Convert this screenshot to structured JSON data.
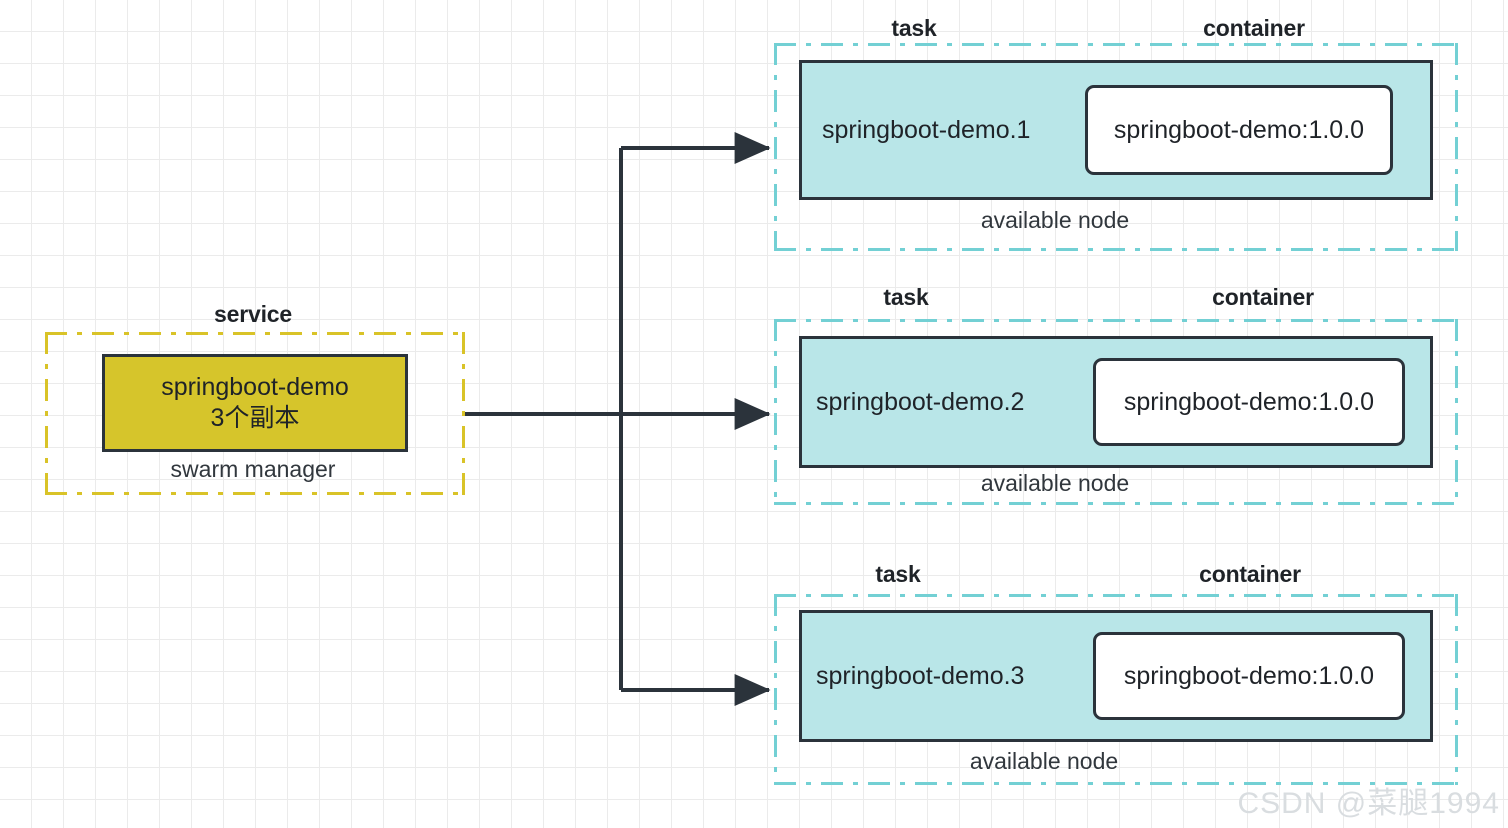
{
  "diagram": {
    "background": "grid-paper",
    "colors": {
      "service_fill": "#d6c52b",
      "service_border_dash": "#d9c328",
      "node_fill": "#b9e6e8",
      "node_border_dash": "#73d0d4",
      "box_stroke": "#2b333b",
      "connector": "#2b333b"
    }
  },
  "service": {
    "caption_top": "service",
    "caption_bottom": "swarm manager",
    "box_line1": "springboot-demo",
    "box_line2": "3个副本"
  },
  "nodes": [
    {
      "caption_task": "task",
      "caption_container": "container",
      "caption_bottom": "available node",
      "task_label": "springboot-demo.1",
      "container_label": "springboot-demo:1.0.0"
    },
    {
      "caption_task": "task",
      "caption_container": "container",
      "caption_bottom": "available node",
      "task_label": "springboot-demo.2",
      "container_label": "springboot-demo:1.0.0"
    },
    {
      "caption_task": "task",
      "caption_container": "container",
      "caption_bottom": "available node",
      "task_label": "springboot-demo.3",
      "container_label": "springboot-demo:1.0.0"
    }
  ],
  "watermark": {
    "text": "CSDN @菜腿1994"
  }
}
